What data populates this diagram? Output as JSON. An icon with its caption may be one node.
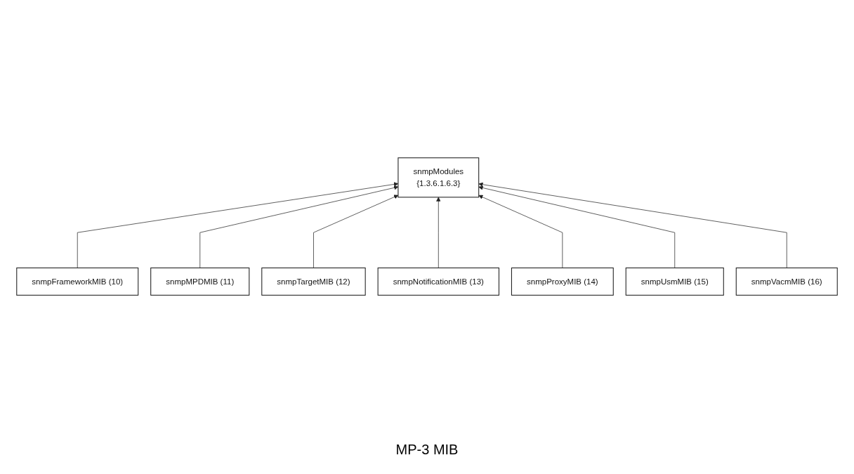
{
  "diagram": {
    "caption": "MP-3 MIB",
    "nodes": [
      {
        "text": [
          "snmpModules",
          "{1.3.6.1.6.3}"
        ]
      },
      {
        "text": [
          "snmpFrameworkMIB (10)"
        ]
      },
      {
        "text": [
          "snmpMPDMIB (11)"
        ]
      },
      {
        "text": [
          "snmpTargetMIB (12)"
        ]
      },
      {
        "text": [
          "snmpNotificationMIB (13)"
        ]
      },
      {
        "text": [
          "snmpProxyMIB (14)"
        ]
      },
      {
        "text": [
          "snmpUsmMIB (15)"
        ]
      },
      {
        "text": [
          "snmpVacmMIB (16)"
        ]
      }
    ],
    "edges": [
      {
        "from": 1,
        "to": 0,
        "arrow": "to"
      },
      {
        "from": 2,
        "to": 0,
        "arrow": "to"
      },
      {
        "from": 3,
        "to": 0,
        "arrow": "to"
      },
      {
        "from": 4,
        "to": 0,
        "arrow": "to"
      },
      {
        "from": 5,
        "to": 0,
        "arrow": "to"
      },
      {
        "from": 6,
        "to": 0,
        "arrow": "to"
      },
      {
        "from": 7,
        "to": 0,
        "arrow": "to"
      }
    ]
  }
}
